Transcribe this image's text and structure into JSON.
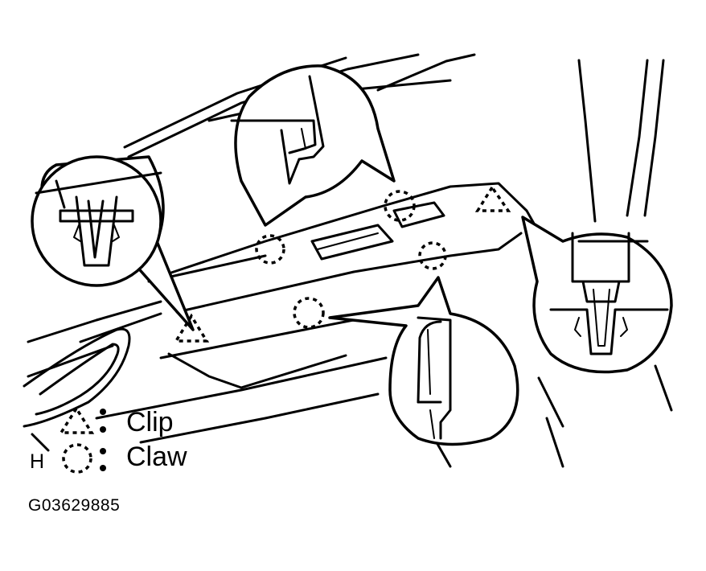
{
  "legend": {
    "clip_label": "Clip",
    "claw_label": "Claw",
    "clip_symbol_icon": "dashed-triangle-icon",
    "claw_symbol_icon": "dashed-circle-icon",
    "row_prefix": "H",
    "separator": ":"
  },
  "figure_id": "G03629885",
  "colors": {
    "ink": "#000000",
    "background": "#ffffff"
  }
}
